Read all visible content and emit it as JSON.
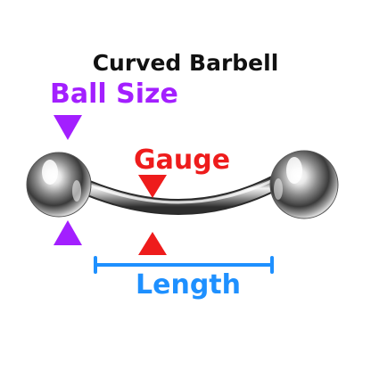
{
  "labels": {
    "title": "Curved Barbell",
    "ball_size": "Ball Size",
    "gauge": "Gauge",
    "length": "Length"
  },
  "colors": {
    "title": "#111111",
    "ball_size": "#a31fff",
    "gauge": "#ee1c1c",
    "length": "#1e90ff"
  }
}
